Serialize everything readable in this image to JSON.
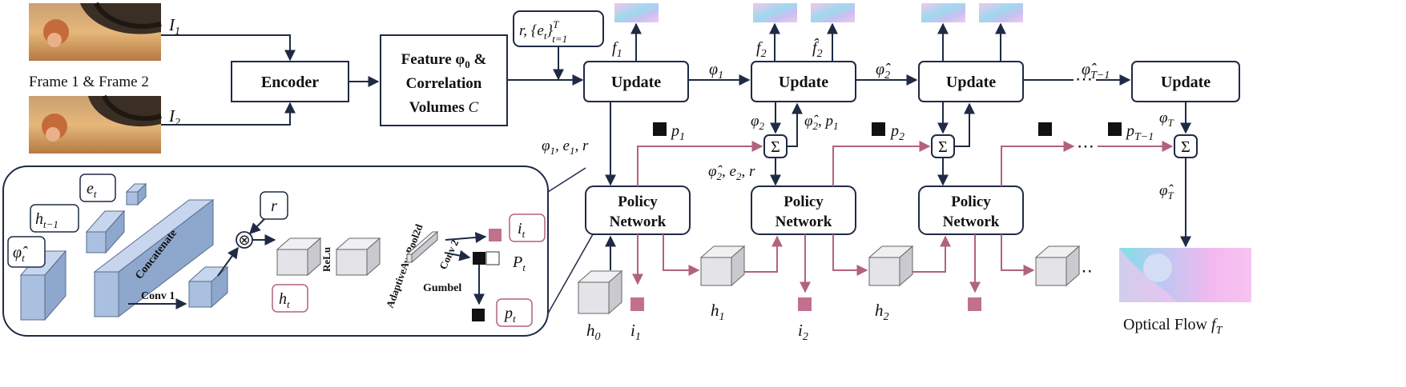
{
  "labels": {
    "frames_caption": "Frame 1 & Frame 2",
    "i1": "I",
    "i1_sub": "1",
    "i2": "I",
    "i2_sub": "2",
    "encoder": "Encoder",
    "feature_line1": "Feature φ",
    "feature_line1_sub": "0",
    "feature_line1_tail": " &",
    "feature_line2": "Correlation",
    "feature_line3": "Volumes ",
    "feature_line3_var": "C",
    "re_set": "r, {e",
    "re_set_sub": "t",
    "re_set_close": "}",
    "re_set_sup": "T",
    "re_set_range": "t=1",
    "update": "Update",
    "policy_line1": "Policy",
    "policy_line2": "Network",
    "f1": "f",
    "f1_sub": "1",
    "f2": "f",
    "f2_sub": "2",
    "f2hat": "f̂",
    "f2hat_sub": "2",
    "phi1": "φ",
    "phi1_sub": "1",
    "phi2hat": "φ̂",
    "phi2hat_sub": "2",
    "phiTm1hat": "φ̂",
    "phiTm1hat_sub": "T−1",
    "phi2": "φ",
    "phi2_sub": "2",
    "phi2hat_p1": "φ̂",
    "phi2hat_p1_sub": "2",
    "phi2hat_p1_tail": ", p",
    "phi2hat_p1_tail_sub": "1",
    "phiT": "φ",
    "phiT_sub": "T",
    "phiThat": "φ̂",
    "phiThat_sub": "T",
    "policy_in1": "φ",
    "policy_in1_sub": "1",
    "policy_in1_b": ", e",
    "policy_in1_b_sub": "1",
    "policy_in1_c": ", r",
    "policy_in2": "φ̂",
    "policy_in2_sub": "2",
    "policy_in2_b": ", e",
    "policy_in2_b_sub": "2",
    "policy_in2_c": ", r",
    "p1": "p",
    "p1_sub": "1",
    "p2": "p",
    "p2_sub": "2",
    "pTm1": "p",
    "pTm1_sub": "T−1",
    "sum": "Σ",
    "h0": "h",
    "h0_sub": "0",
    "h1": "h",
    "h1_sub": "1",
    "h2": "h",
    "h2_sub": "2",
    "idx_i1": "i",
    "idx_i1_sub": "1",
    "idx_i2": "i",
    "idx_i2_sub": "2",
    "dots": "⋯",
    "optical_flow": "Optical Flow ",
    "optical_flow_var": "f",
    "optical_flow_sub": "T"
  },
  "inset": {
    "e_t": "e",
    "e_t_sub": "t",
    "h_tm1": "h",
    "h_tm1_sub": "t−1",
    "phi_t_hat": "φ̂",
    "phi_t_hat_sub": "t",
    "concatenate": "Concatenate",
    "conv1": "Conv 1",
    "r": "r",
    "otimes": "⊗",
    "relu": "ReLu",
    "pool": "AdaptiveAvgPool2d",
    "conv2": "Conv 2",
    "i_t": "i",
    "i_t_sub": "t",
    "P_t": "P",
    "P_t_sub": "t",
    "gumbel": "Gumbel",
    "p_t": "p",
    "p_t_sub": "t",
    "h_t": "h",
    "h_t_sub": "t"
  },
  "colors": {
    "wire": "#1f2a44",
    "pink_wire": "#b2627e",
    "inset_blue": "#a9c0e0",
    "grey_block": "#e4e4e8",
    "pink_cube": "#c1718f",
    "black_cube": "#111111"
  }
}
